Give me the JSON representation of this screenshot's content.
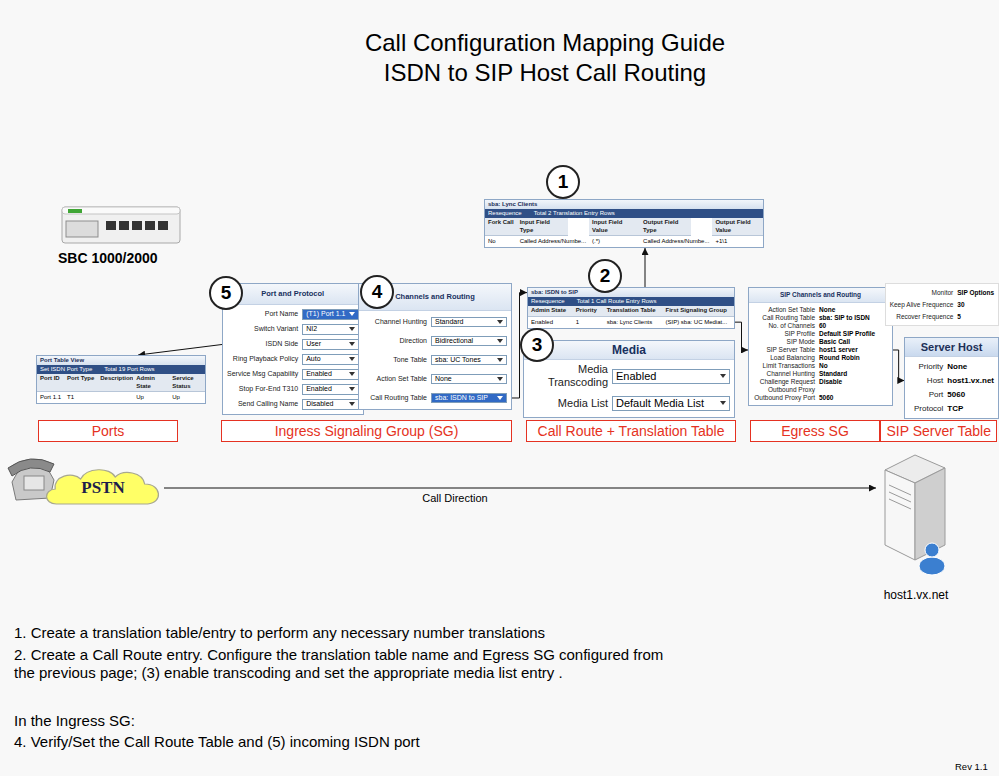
{
  "diagram": {
    "title": "Call Configuration Mapping Guide ISDN to SIP Host Call Routing",
    "nodes": [
      {
        "text": [
          "1"
        ]
      },
      {
        "text": [
          "sba: Lync Clients",
          "Resequence",
          "Total 2 Translation Entry Rows",
          "Fork Call",
          "Input Field Type",
          "Input Field Value",
          "Output Field Type",
          "Output Field Value",
          "No",
          "Called Address/Numbe...",
          "(.*)",
          "Called Address/Numbe...",
          "+1\\1"
        ]
      },
      {
        "text": [
          "5"
        ]
      },
      {
        "text": [
          "Port and Protocol",
          "Port Name",
          "(T1) Port 1.1",
          "Switch Variant",
          "NI2",
          "ISDN Side",
          "User",
          "Ring Playback Policy",
          "Auto",
          "Service Msg Capability",
          "Enabled",
          "Stop For-End T310",
          "Enabled",
          "Send Calling Name",
          "Disabled"
        ]
      },
      {
        "text": [
          "4"
        ]
      },
      {
        "text": [
          "Channels and Routing",
          "Channel Hunting",
          "Standard",
          "Direction",
          "Bidirectional",
          "Tone Table",
          "sba: UC Tones",
          "Action Set Table",
          "None",
          "Call Routing Table",
          "sba: ISDN to SIP"
        ]
      },
      {
        "text": [
          "2"
        ]
      },
      {
        "text": [
          "sba: ISDN to SIP",
          "Resequence",
          "Total 1 Call Route Entry Rows",
          "Admin State",
          "Priority",
          "Translation Table",
          "First Signaling Group",
          "Enabled",
          "1",
          "sba: Lync Clients",
          "(SIP) sba: UC Mediat..."
        ]
      },
      {
        "text": [
          "3"
        ]
      },
      {
        "text": [
          "Media",
          "Media Transcoding",
          "Enabled",
          "Media List",
          "Default Media List"
        ]
      },
      {
        "text": [
          "SIP Channels and Routing",
          "Action Set Table",
          "None",
          "Call Routing Table",
          "sba: SIP to ISDN",
          "No. of Channels",
          "60",
          "SIP Profile",
          "Default SIP Profile",
          "SIP Mode",
          "Basic Call",
          "SIP Server Table",
          "host1 server",
          "Load Balancing",
          "Round Robin",
          "Limit Transactions",
          "No",
          "Channel Hunting",
          "Standard",
          "Challenge Request",
          "Disable",
          "Outbound Proxy",
          "Outbound Proxy Port",
          "5060"
        ]
      },
      {
        "text": [
          "Monitor",
          "SIP Options",
          "Keep Alive Frequence",
          "30",
          "Recover Frequence",
          "5"
        ]
      },
      {
        "text": [
          "Server Host",
          "Priority",
          "None",
          "Host",
          "host1.vx.net",
          "Port",
          "5060",
          "Protocol",
          "TCP"
        ]
      },
      {
        "text": [
          "Port Table View",
          "Set ISDN Port Type",
          "Total 19 Port Rows",
          "Port ID",
          "Port Type",
          "Description",
          "Admin State",
          "Service Status",
          "Port 1.1",
          "T1",
          "Up",
          "Up"
        ]
      },
      {
        "text": [
          "Ports"
        ]
      },
      {
        "text": [
          "Ingress Signaling Group (SG)"
        ]
      },
      {
        "text": [
          "Call Route + Translation Table"
        ]
      },
      {
        "text": [
          "Egress SG"
        ]
      },
      {
        "text": [
          "SIP Server Table"
        ]
      },
      {
        "text": [
          "PSTN"
        ]
      },
      {
        "text": [
          "host1.vx.net"
        ]
      }
    ],
    "edges": [
      {
        "from": 7,
        "to": 1,
        "arrow": "to"
      },
      {
        "from": 5,
        "to": 7,
        "arrow": "to"
      },
      {
        "from": 3,
        "to": 13,
        "arrow": "to"
      },
      {
        "from": 7,
        "to": 10,
        "arrow": "to"
      },
      {
        "from": 10,
        "to": 12,
        "arrow": "to"
      },
      {
        "from": 19,
        "to": 20,
        "label": "Call Direction",
        "arrow": "to"
      }
    ],
    "labels": [
      "SBC 1000/2000",
      "1. Create a translation table/entry to perform any necessary number translations",
      "2. Create a Call Route entry. Configure the translation table name and Egress SG configured from the previous page; (3) enable transcoding and set the appropriate media list entry .",
      "In the Ingress SG:",
      "4. Verify/Set the Call Route Table and (5) incoming ISDN port",
      "Rev 1.1"
    ]
  }
}
